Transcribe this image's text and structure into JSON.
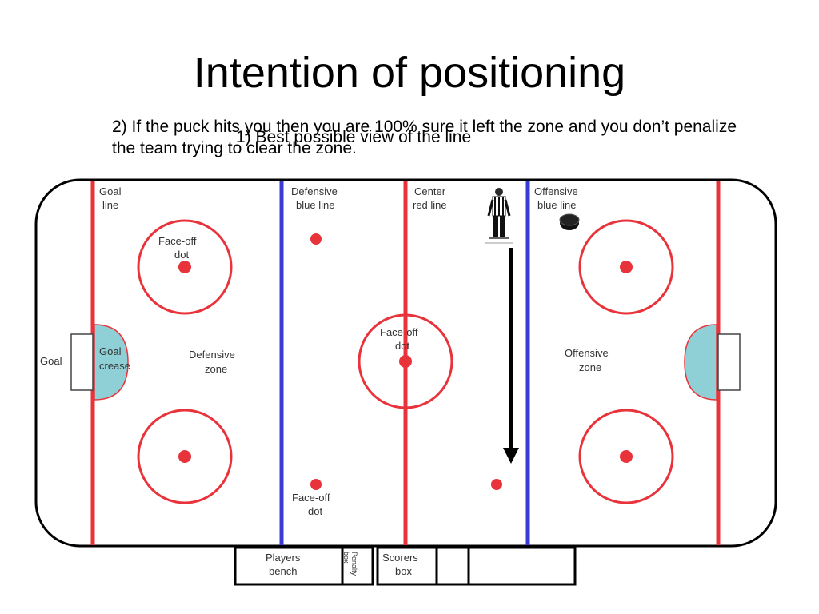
{
  "title": "Intention of positioning",
  "points": {
    "first": "1) Best possible view of the line",
    "second": "2) If the puck hits you then you are 100% sure it left the zone and you don’t penalize the team trying to clear the zone."
  },
  "rink": {
    "labels": {
      "goal_line": [
        "Goal",
        "line"
      ],
      "defensive_blue_line": [
        "Defensive",
        "blue line"
      ],
      "center_red_line": [
        "Center",
        "red line"
      ],
      "offensive_blue_line": [
        "Offensive",
        "blue line"
      ],
      "faceoff_dot_top": [
        "Face-off",
        "dot"
      ],
      "faceoff_dot_center": [
        "Face-off",
        "dot"
      ],
      "faceoff_dot_bottom": [
        "Face-off",
        "dot"
      ],
      "goal": "Goal",
      "goal_crease": [
        "Goal",
        "crease"
      ],
      "defensive_zone": [
        "Defensive",
        "zone"
      ],
      "offensive_zone": [
        "Offensive",
        "zone"
      ],
      "players_bench": [
        "Players",
        "bench"
      ],
      "penalty_box": [
        "Penalty",
        "box"
      ],
      "scorers_box": [
        "Scorers",
        "box"
      ]
    },
    "colors": {
      "red": "#e8333b",
      "blue": "#3a3ad4",
      "crease": "#8fcfd6",
      "board": "#000000"
    }
  }
}
